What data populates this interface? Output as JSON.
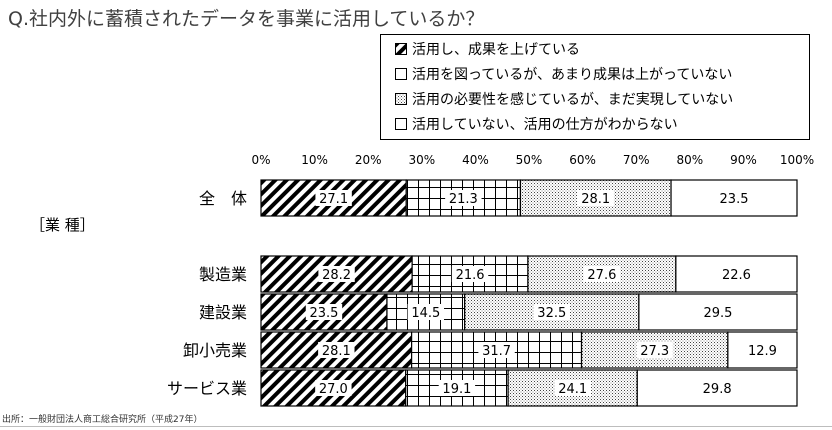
{
  "chart_data": {
    "type": "bar",
    "orientation": "horizontal",
    "stacked": true,
    "title": "Q.社内外に蓄積されたデータを事業に活用しているか？",
    "xlim": [
      0,
      100
    ],
    "x_ticks": [
      "0%",
      "10%",
      "20%",
      "30%",
      "40%",
      "50%",
      "60%",
      "70%",
      "80%",
      "90%",
      "100%"
    ],
    "group_label": "［業 種］",
    "categories": [
      "全　体",
      "製造業",
      "建設業",
      "卸小売業",
      "サービス業"
    ],
    "series": [
      {
        "name": "活用し、成果を上げている",
        "pattern": "diagonal-hatch",
        "values": [
          27.1,
          28.2,
          23.5,
          28.1,
          27.0
        ]
      },
      {
        "name": "活用を図っているが、あまり成果は上がっていない",
        "pattern": "grid",
        "values": [
          21.3,
          21.6,
          14.5,
          31.7,
          19.1
        ]
      },
      {
        "name": "活用の必要性を感じているが、まだ実現していない",
        "pattern": "dots",
        "values": [
          28.1,
          27.6,
          32.5,
          27.3,
          24.1
        ]
      },
      {
        "name": "活用していない、活用の仕方がわからない",
        "pattern": "blank",
        "values": [
          23.5,
          22.6,
          29.5,
          12.9,
          29.8
        ]
      }
    ],
    "value_labels": [
      [
        "27.1",
        "21.3",
        "28.1",
        "23.5"
      ],
      [
        "28.2",
        "21.6",
        "27.6",
        "22.6"
      ],
      [
        "23.5",
        "14.5",
        "32.5",
        "29.5"
      ],
      [
        "28.1",
        "31.7",
        "27.3",
        "12.9"
      ],
      [
        "27.0",
        "19.1",
        "24.1",
        "29.8"
      ]
    ],
    "legend_position": "top-right",
    "grid": false
  },
  "source_note": "出所：一般財団法人商工総合研究所（平成27年）",
  "colors": {
    "title": "#404040",
    "bar_stroke": "#000000",
    "background": "#ffffff"
  }
}
